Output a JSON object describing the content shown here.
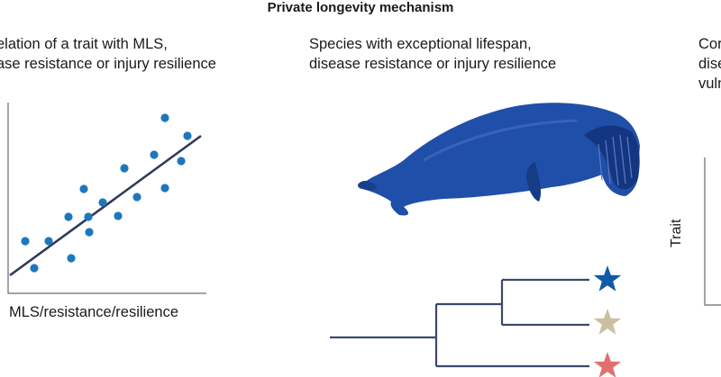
{
  "heading": "Private longevity mechanism",
  "left_panel": {
    "desc_line1": "elation of a trait with MLS,",
    "desc_line2": "ase resistance or injury resilience",
    "x_axis_label": "MLS/resistance/resilience",
    "point_color": "#1c78bd",
    "line_color": "#2e3a57"
  },
  "middle_panel": {
    "desc_line1": "Species with exceptional lifespan,",
    "desc_line2": "disease resistance or injury resilience",
    "whale_color": "#1f4fa8",
    "tree_color": "#3a4a6b",
    "star_colors": [
      "#0f5aa6",
      "#c9c0a0",
      "#e07070"
    ]
  },
  "right_panel": {
    "desc_line1": "Cor",
    "desc_line2": "dise",
    "desc_line3": "vuln",
    "y_axis_label": "Trait"
  }
}
